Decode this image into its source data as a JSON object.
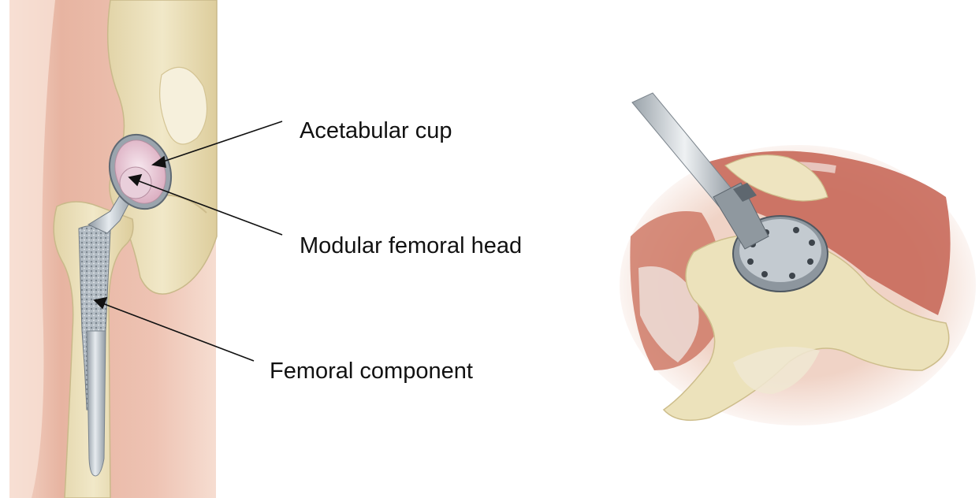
{
  "labels": {
    "acetabular_cup": "Acetabular cup",
    "modular_femoral_head": "Modular femoral head",
    "femoral_component": "Femoral component"
  },
  "colors": {
    "skin": "#e9b9a8",
    "skin_light": "#f3d2c4",
    "bone": "#ece2bd",
    "bone_shadow": "#d8c99a",
    "metal": "#b9c2ca",
    "metal_dark": "#7f8a94",
    "liner": "#e8c9d6",
    "muscle": "#c86a5a",
    "tendon": "#eadfd8",
    "arrow": "#111111"
  }
}
